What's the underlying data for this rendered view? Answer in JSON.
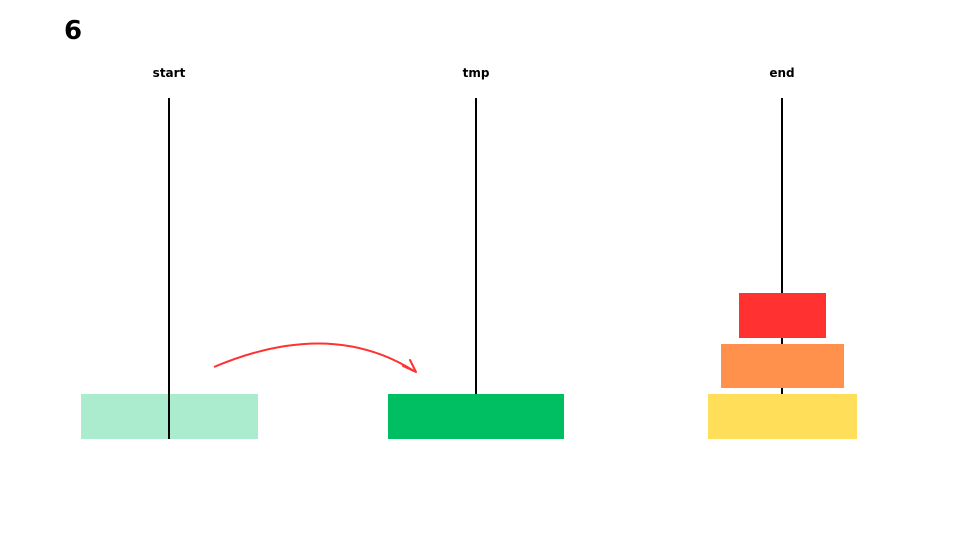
{
  "step_number": "6",
  "pegs": [
    {
      "id": "start",
      "label": "start"
    },
    {
      "id": "tmp",
      "label": "tmp"
    },
    {
      "id": "end",
      "label": "end"
    }
  ],
  "disks": {
    "start": [
      {
        "color": "#ABEBCE",
        "role": "ghost"
      }
    ],
    "tmp": [
      {
        "color": "#00BF63"
      }
    ],
    "end": [
      {
        "color": "#FFDE59"
      },
      {
        "color": "#FF914D"
      },
      {
        "color": "#FF3131"
      }
    ]
  },
  "move": {
    "from": "start",
    "to": "tmp",
    "color": "#FF3131"
  }
}
